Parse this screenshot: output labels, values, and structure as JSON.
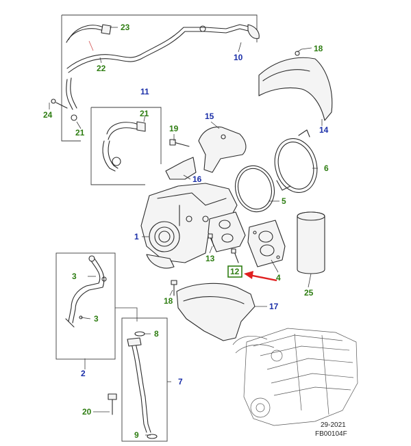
{
  "labels": [
    {
      "id": "1",
      "text": "1",
      "color": "#1a2ea8"
    },
    {
      "id": "2",
      "text": "2",
      "color": "#1a2ea8"
    },
    {
      "id": "3a",
      "text": "3",
      "color": "#2e7d12"
    },
    {
      "id": "3b",
      "text": "3",
      "color": "#2e7d12"
    },
    {
      "id": "4",
      "text": "4",
      "color": "#2e7d12"
    },
    {
      "id": "5",
      "text": "5",
      "color": "#2e7d12"
    },
    {
      "id": "6",
      "text": "6",
      "color": "#2e7d12"
    },
    {
      "id": "7",
      "text": "7",
      "color": "#1a2ea8"
    },
    {
      "id": "8",
      "text": "8",
      "color": "#2e7d12"
    },
    {
      "id": "9",
      "text": "9",
      "color": "#2e7d12"
    },
    {
      "id": "10",
      "text": "10",
      "color": "#1a2ea8"
    },
    {
      "id": "11",
      "text": "11",
      "color": "#1a2ea8"
    },
    {
      "id": "12",
      "text": "12",
      "color": "#2e7d12"
    },
    {
      "id": "13",
      "text": "13",
      "color": "#2e7d12"
    },
    {
      "id": "14",
      "text": "14",
      "color": "#1a2ea8"
    },
    {
      "id": "15",
      "text": "15",
      "color": "#1a2ea8"
    },
    {
      "id": "16",
      "text": "16",
      "color": "#1a2ea8"
    },
    {
      "id": "17",
      "text": "17",
      "color": "#1a2ea8"
    },
    {
      "id": "18a",
      "text": "18",
      "color": "#2e7d12"
    },
    {
      "id": "18b",
      "text": "18",
      "color": "#2e7d12"
    },
    {
      "id": "19",
      "text": "19",
      "color": "#2e7d12"
    },
    {
      "id": "20",
      "text": "20",
      "color": "#2e7d12"
    },
    {
      "id": "21a",
      "text": "21",
      "color": "#2e7d12"
    },
    {
      "id": "21b",
      "text": "21",
      "color": "#2e7d12"
    },
    {
      "id": "22",
      "text": "22",
      "color": "#2e7d12"
    },
    {
      "id": "23",
      "text": "23",
      "color": "#2e7d12"
    },
    {
      "id": "24",
      "text": "24",
      "color": "#2e7d12"
    },
    {
      "id": "25",
      "text": "25",
      "color": "#2e7d12"
    }
  ],
  "highlight": {
    "label_id": "12",
    "box_color": "#2e7d12",
    "arrow_color": "#e02020"
  },
  "footer": {
    "date": "29-2021",
    "code": "FB00104F"
  }
}
